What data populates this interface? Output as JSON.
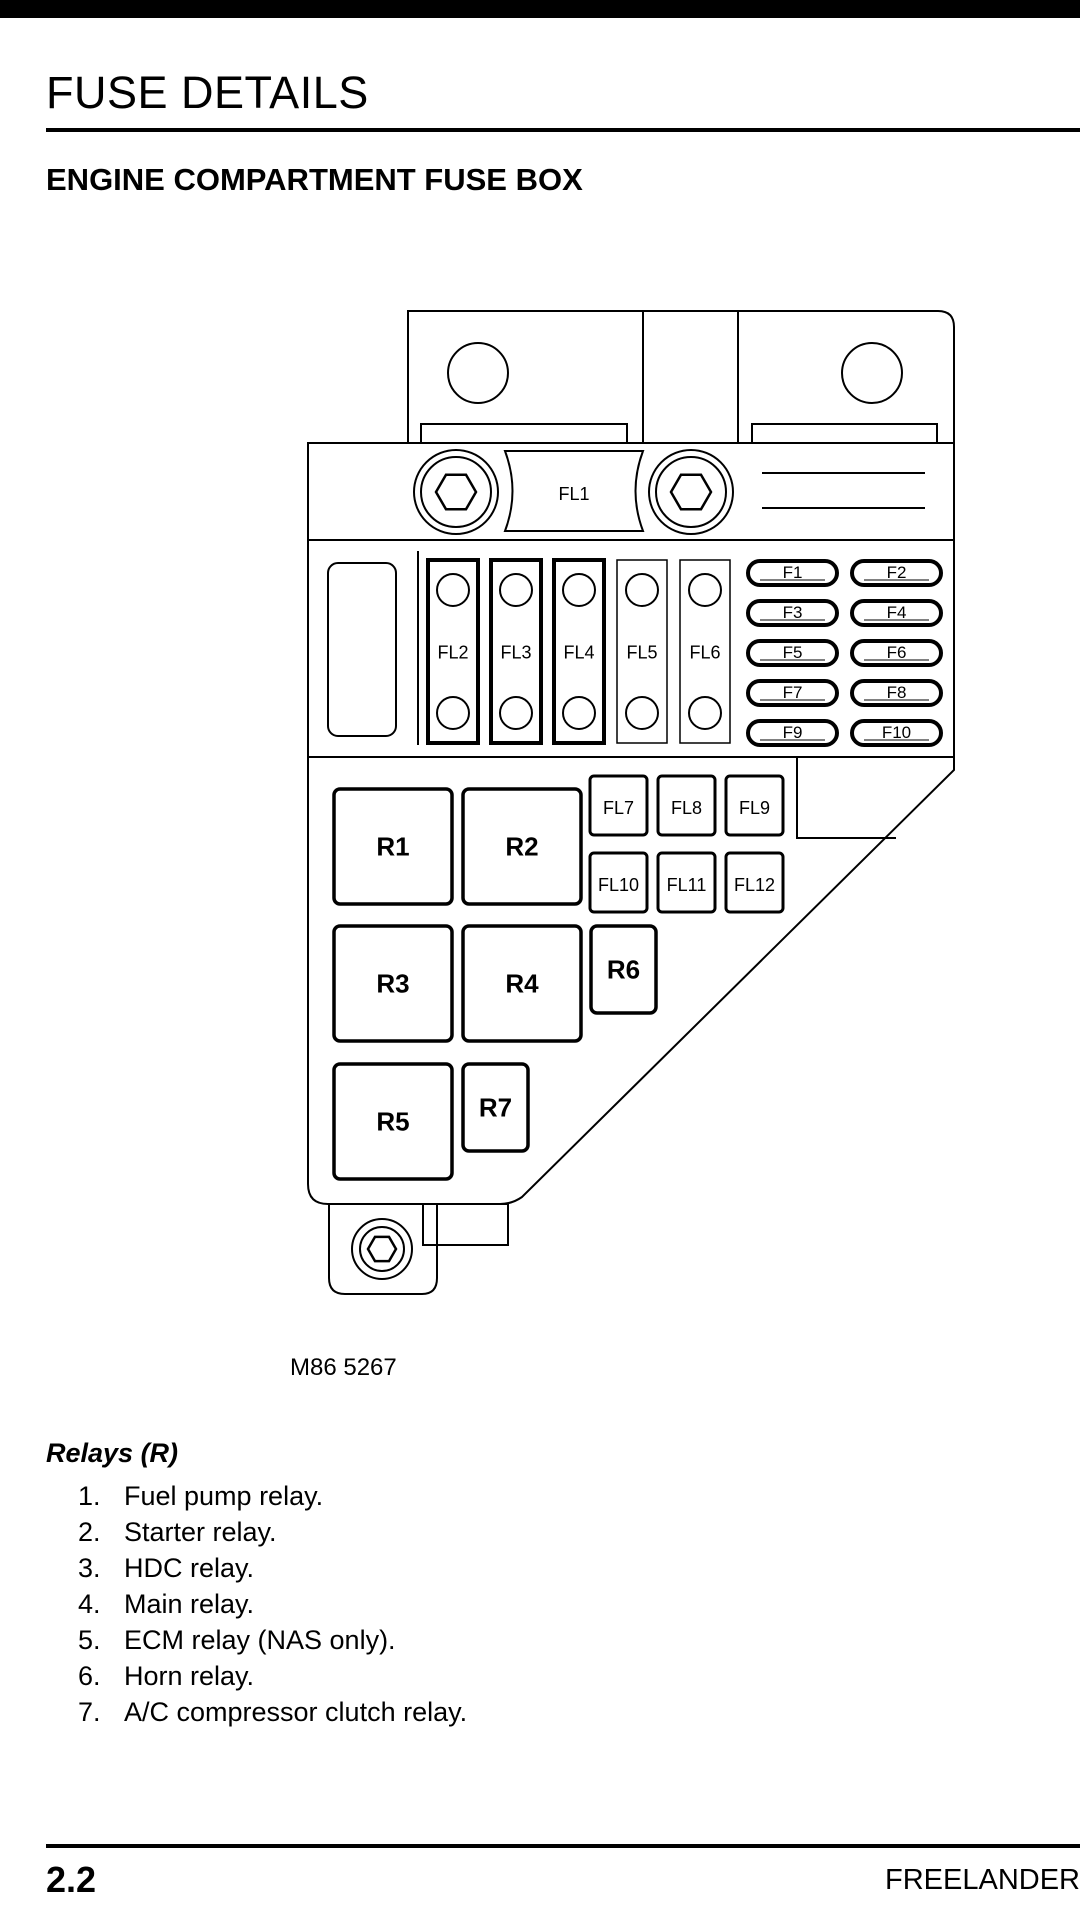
{
  "header": {
    "title": "FUSE DETAILS",
    "section": "ENGINE COMPARTMENT FUSE BOX"
  },
  "diagram": {
    "main_fuse": "FL1",
    "fusible_links": [
      "FL2",
      "FL3",
      "FL4",
      "FL5",
      "FL6"
    ],
    "mini_fuses": [
      "F1",
      "F2",
      "F3",
      "F4",
      "F5",
      "F6",
      "F7",
      "F8",
      "F9",
      "F10"
    ],
    "square_fuses": [
      "FL7",
      "FL8",
      "FL9",
      "FL10",
      "FL11",
      "FL12"
    ],
    "relays": [
      "R1",
      "R2",
      "R3",
      "R4",
      "R5",
      "R6",
      "R7"
    ],
    "figure_code": "M86 5267"
  },
  "relay_list": {
    "heading": "Relays (R)",
    "items": [
      {
        "num": "1.",
        "text": "Fuel pump relay."
      },
      {
        "num": "2.",
        "text": "Starter relay."
      },
      {
        "num": "3.",
        "text": "HDC relay."
      },
      {
        "num": "4.",
        "text": "Main relay."
      },
      {
        "num": "5.",
        "text": "ECM relay (NAS only)."
      },
      {
        "num": "6.",
        "text": "Horn relay."
      },
      {
        "num": "7.",
        "text": "A/C compressor clutch relay."
      }
    ]
  },
  "footer": {
    "page_number": "2.2",
    "book_title": "FREELANDER"
  }
}
